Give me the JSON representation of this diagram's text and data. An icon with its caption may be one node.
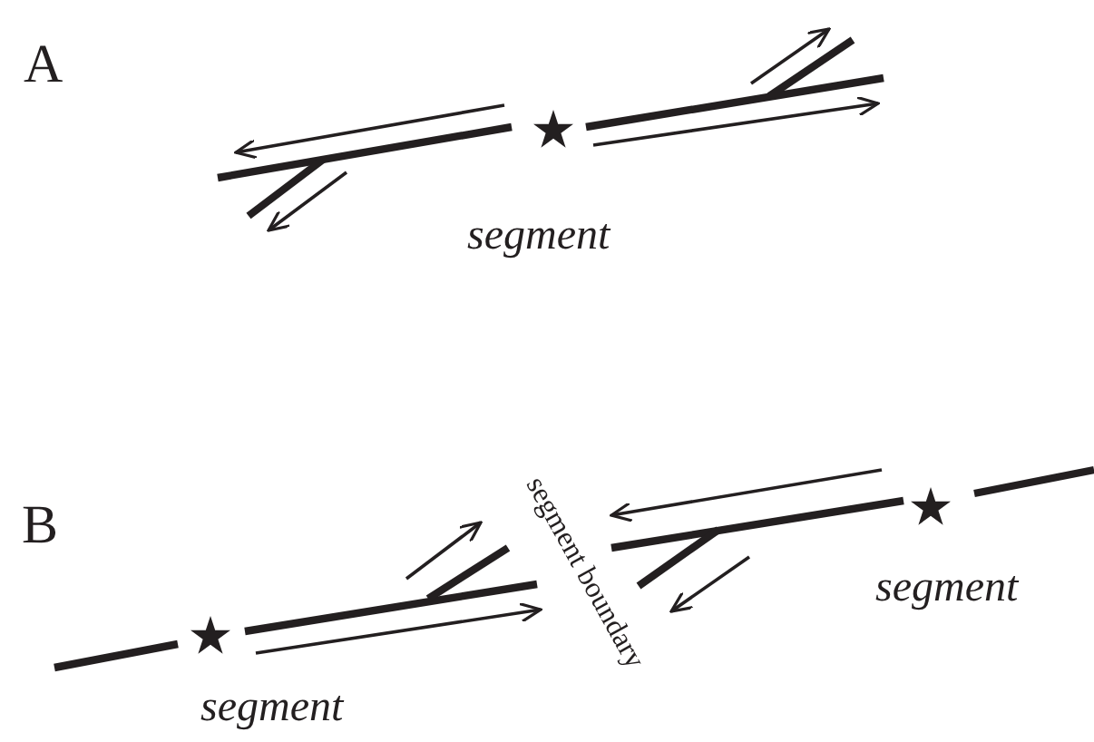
{
  "diagram": {
    "labels": [
      "A",
      "segment",
      "segment boundary",
      "B",
      "segment",
      "segment"
    ]
  }
}
